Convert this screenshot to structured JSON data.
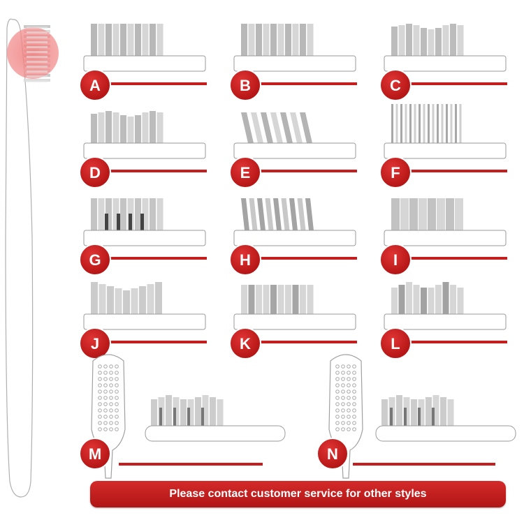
{
  "colors": {
    "accent": "#c41e1e",
    "bristle_light": "#d6d6d6",
    "bristle_dark": "#9a9a9a",
    "bristle_black": "#444444",
    "outline": "#9a9a9a"
  },
  "styles": [
    {
      "label": "A",
      "bristle_pattern": "flat-alternating"
    },
    {
      "label": "B",
      "bristle_pattern": "flat-alternating"
    },
    {
      "label": "C",
      "bristle_pattern": "wavy-top"
    },
    {
      "label": "D",
      "bristle_pattern": "wavy-top"
    },
    {
      "label": "E",
      "bristle_pattern": "angled-cross"
    },
    {
      "label": "F",
      "bristle_pattern": "fine-thin"
    },
    {
      "label": "G",
      "bristle_pattern": "charcoal-inserts"
    },
    {
      "label": "H",
      "bristle_pattern": "angled-fan"
    },
    {
      "label": "I",
      "bristle_pattern": "flat-wide"
    },
    {
      "label": "J",
      "bristle_pattern": "v-shaped"
    },
    {
      "label": "K",
      "bristle_pattern": "layered-flat"
    },
    {
      "label": "L",
      "bristle_pattern": "layered-peaked"
    },
    {
      "label": "M",
      "bristle_pattern": "head-with-top-view"
    },
    {
      "label": "N",
      "bristle_pattern": "head-with-top-view"
    }
  ],
  "footer": {
    "contact_text": "Please contact customer service for other styles"
  }
}
